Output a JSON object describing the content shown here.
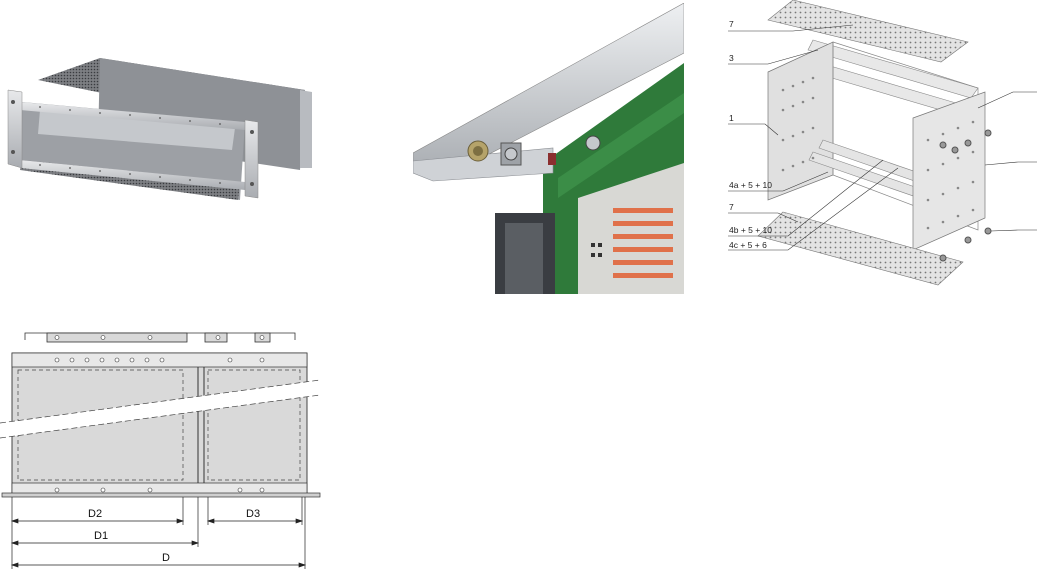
{
  "exploded_view": {
    "callouts": [
      {
        "id": "c7top",
        "text": "7"
      },
      {
        "id": "c3",
        "text": "3"
      },
      {
        "id": "c1",
        "text": "1"
      },
      {
        "id": "c4a",
        "text": "4a + 5 + 10"
      },
      {
        "id": "c7bot",
        "text": "7"
      },
      {
        "id": "c4b",
        "text": "4b + 5 + 10"
      },
      {
        "id": "c4c",
        "text": "4c + 5 + 6"
      }
    ]
  },
  "dimension_drawing": {
    "labels": {
      "d2": "D2",
      "d3": "D3",
      "d1": "D1",
      "d": "D"
    }
  },
  "colors": {
    "panel_gray": "#d9d9d9",
    "line": "#333333",
    "pcb_green": "#2f7a3a",
    "rail_silver": "#c9ccd0"
  }
}
